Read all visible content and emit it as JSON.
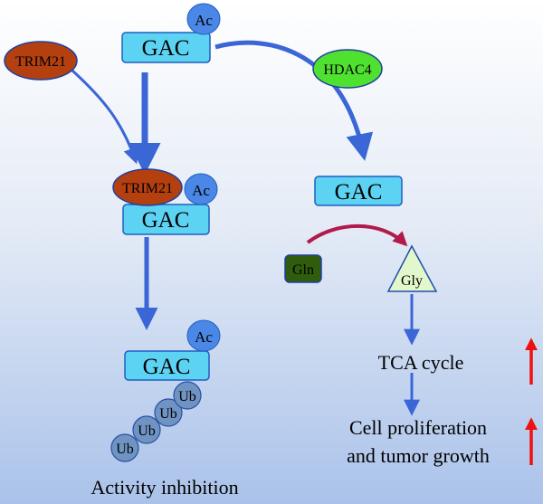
{
  "labels": {
    "gac_top": "GAC",
    "ac_top": "Ac",
    "trim21_top": "TRIM21",
    "hdac4": "HDAC4",
    "trim21_mid": "TRIM21",
    "ac_mid": "Ac",
    "gac_mid": "GAC",
    "gac_right": "GAC",
    "gln": "Gln",
    "gly": "Gly",
    "tca": "TCA cycle",
    "cell_line1": "Cell proliferation",
    "cell_line2": "and tumor growth",
    "ac_bottom": "Ac",
    "gac_bottom": "GAC",
    "ub1": "Ub",
    "ub2": "Ub",
    "ub3": "Ub",
    "ub4": "Ub",
    "activity": "Activity inhibition"
  },
  "colors": {
    "gac_fill": "#5dd3f3",
    "gac_stroke": "#1f5fbf",
    "ac_fill": "#4a87e6",
    "trim21_fill": "#b5400f",
    "hdac4_fill": "#4fe12f",
    "gln_fill": "#2f5d0d",
    "gly_fill": "#e3f7cc",
    "ub_fill": "#6f94c4",
    "arrow_blue": "#3a66d6",
    "arrow_red": "#ee1111",
    "arrow_purple": "#b11a4a"
  }
}
